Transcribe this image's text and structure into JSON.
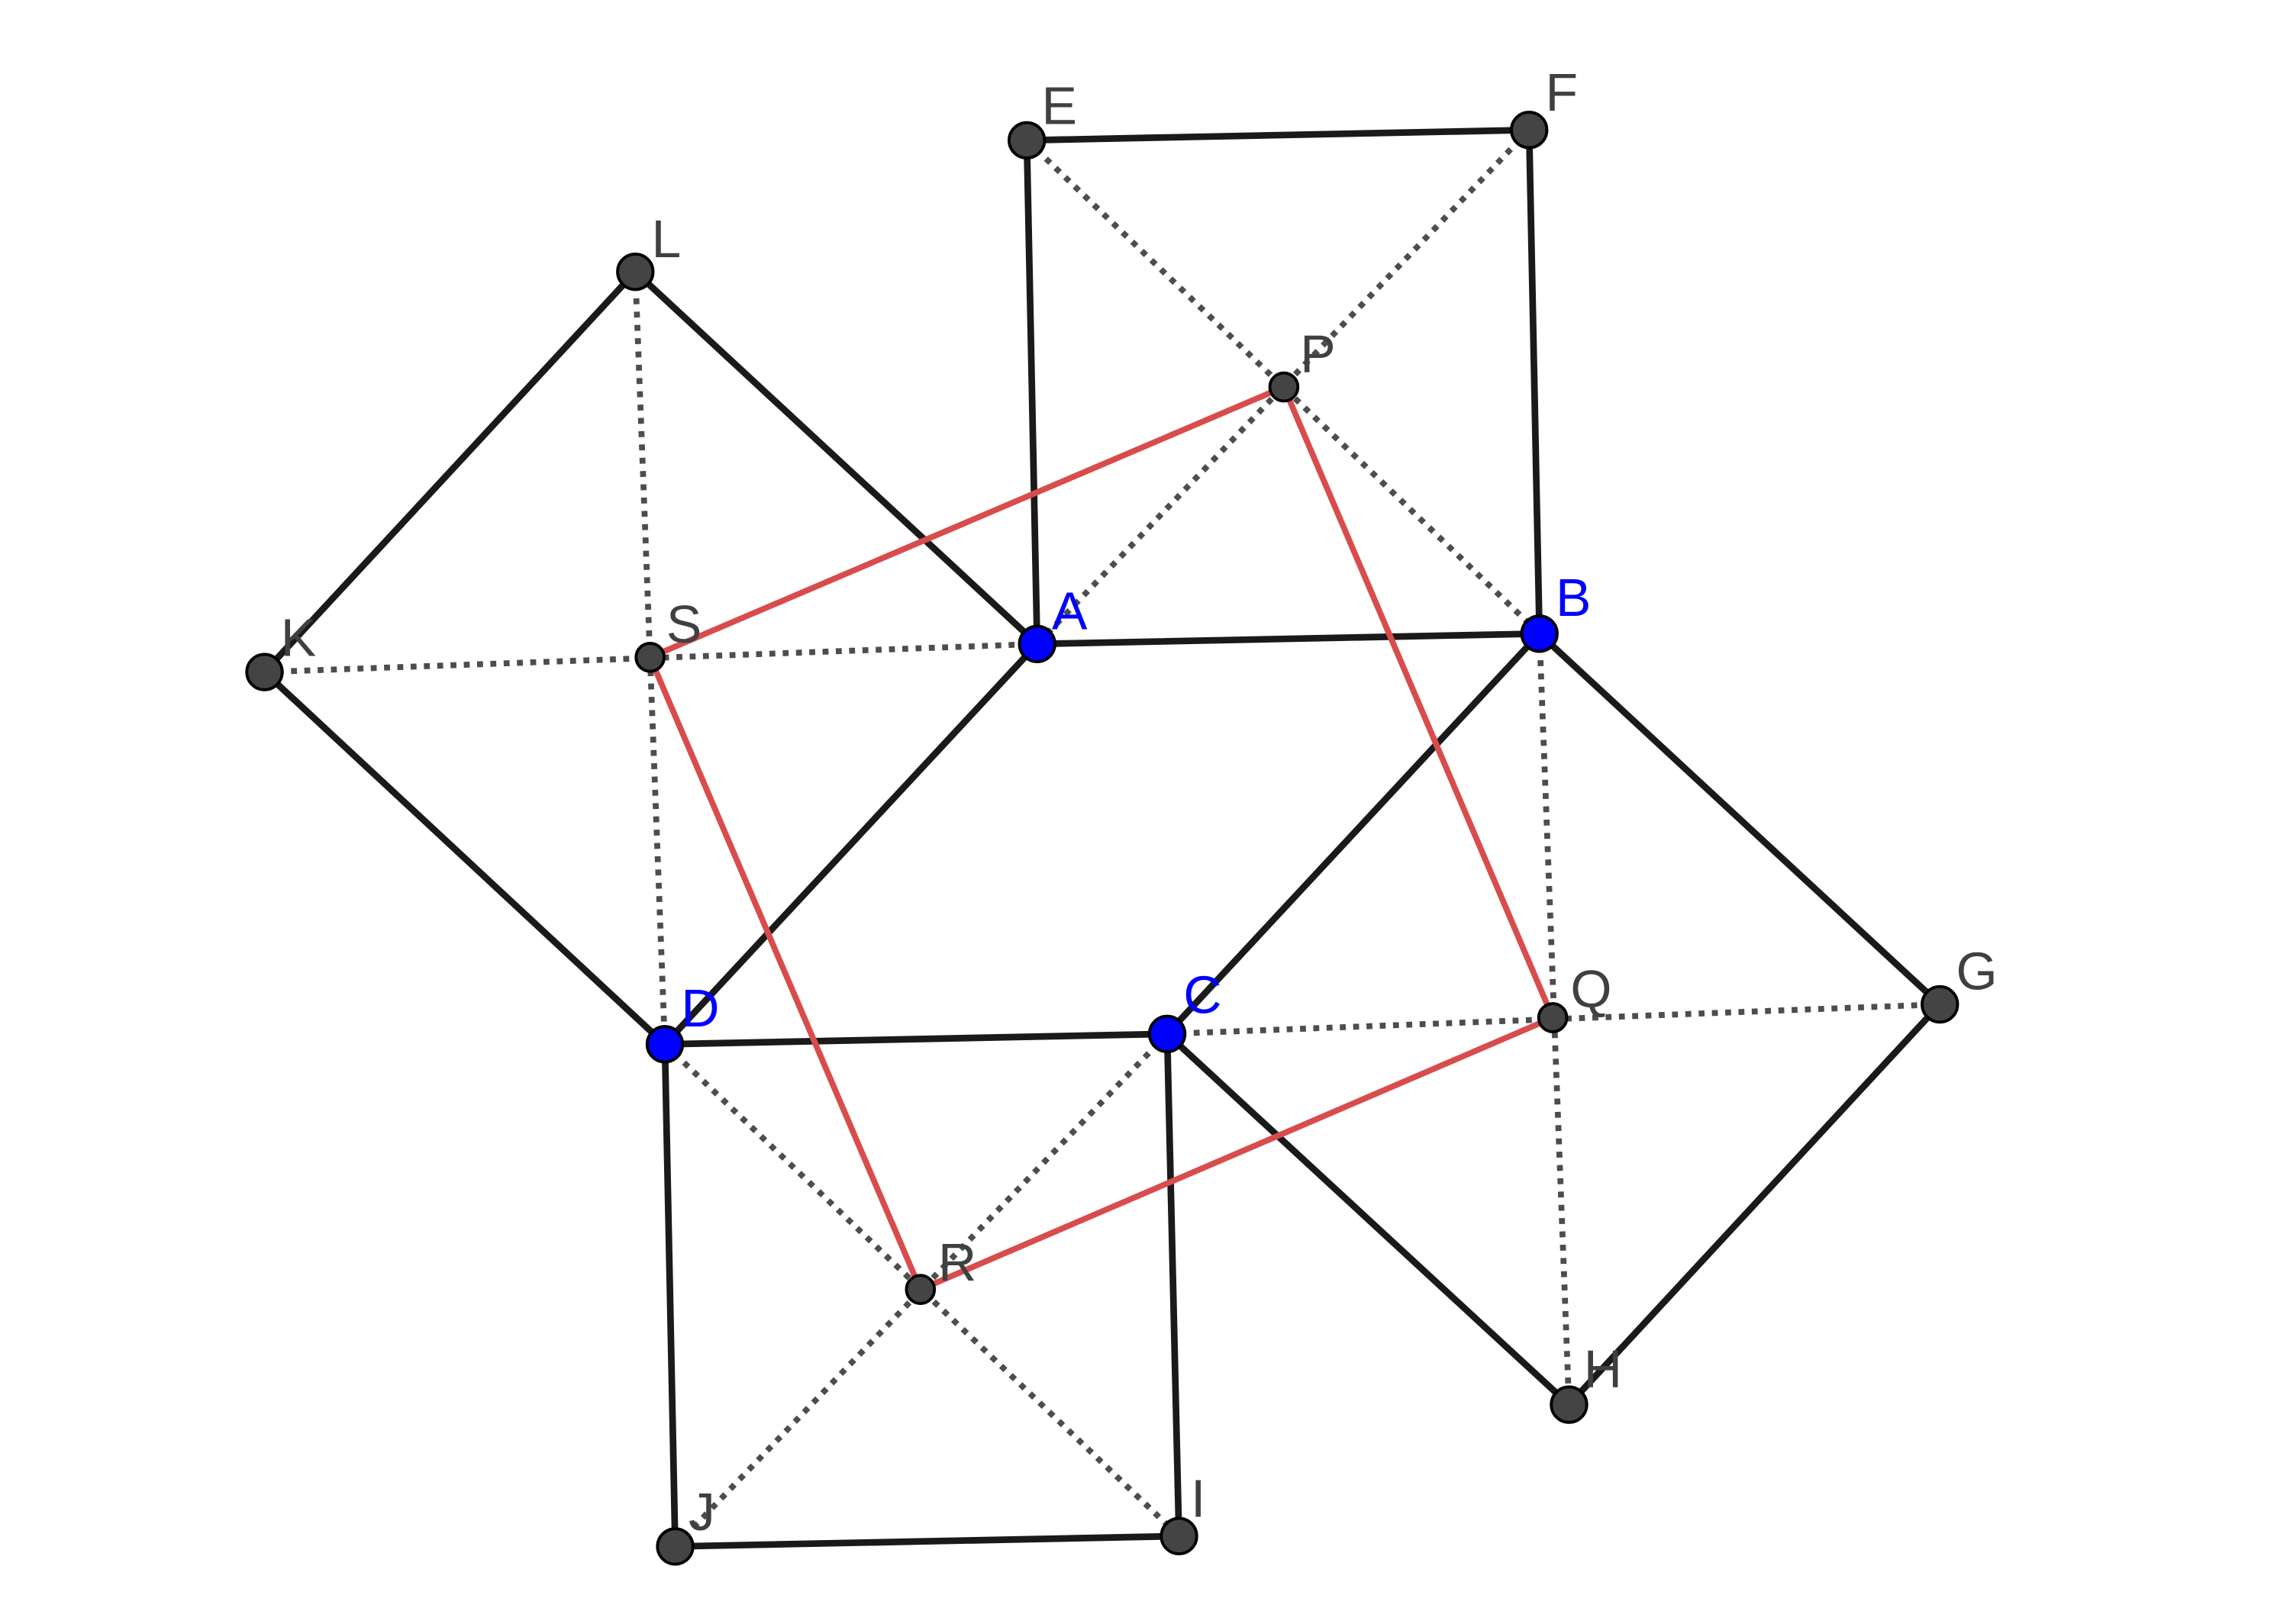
{
  "colors": {
    "solid": "#1a1a1a",
    "dotted": "#4d4d4d",
    "red": "#d94c4c",
    "base_point": "#0000ff",
    "other_point": "#444444",
    "base_label": "#0000ff",
    "other_label": "#404040"
  },
  "points": {
    "A": {
      "label": "A",
      "kind": "base"
    },
    "B": {
      "label": "B",
      "kind": "base"
    },
    "C": {
      "label": "C",
      "kind": "base"
    },
    "D": {
      "label": "D",
      "kind": "base"
    },
    "E": {
      "label": "E",
      "kind": "other"
    },
    "F": {
      "label": "F",
      "kind": "other"
    },
    "G": {
      "label": "G",
      "kind": "other"
    },
    "H": {
      "label": "H",
      "kind": "other"
    },
    "I": {
      "label": "I",
      "kind": "other"
    },
    "J": {
      "label": "J",
      "kind": "other"
    },
    "K": {
      "label": "K",
      "kind": "other"
    },
    "L": {
      "label": "L",
      "kind": "other"
    },
    "P": {
      "label": "P",
      "kind": "center"
    },
    "Q": {
      "label": "Q",
      "kind": "center"
    },
    "R": {
      "label": "R",
      "kind": "center"
    },
    "S": {
      "label": "S",
      "kind": "center"
    }
  },
  "segments": {
    "solid": [
      [
        "E",
        "F"
      ],
      [
        "F",
        "B"
      ],
      [
        "E",
        "A"
      ],
      [
        "L",
        "A"
      ],
      [
        "L",
        "K"
      ],
      [
        "K",
        "D"
      ],
      [
        "A",
        "B"
      ],
      [
        "A",
        "D"
      ],
      [
        "B",
        "C"
      ],
      [
        "B",
        "G"
      ],
      [
        "G",
        "H"
      ],
      [
        "H",
        "C"
      ],
      [
        "D",
        "C"
      ],
      [
        "D",
        "J"
      ],
      [
        "J",
        "I"
      ],
      [
        "I",
        "C"
      ]
    ],
    "dotted": [
      [
        "E",
        "B"
      ],
      [
        "F",
        "A"
      ],
      [
        "L",
        "D"
      ],
      [
        "K",
        "A"
      ],
      [
        "B",
        "H"
      ],
      [
        "C",
        "G"
      ],
      [
        "D",
        "I"
      ],
      [
        "C",
        "J"
      ]
    ],
    "red": [
      [
        "P",
        "S"
      ],
      [
        "S",
        "R"
      ],
      [
        "R",
        "Q"
      ],
      [
        "Q",
        "P"
      ]
    ]
  }
}
